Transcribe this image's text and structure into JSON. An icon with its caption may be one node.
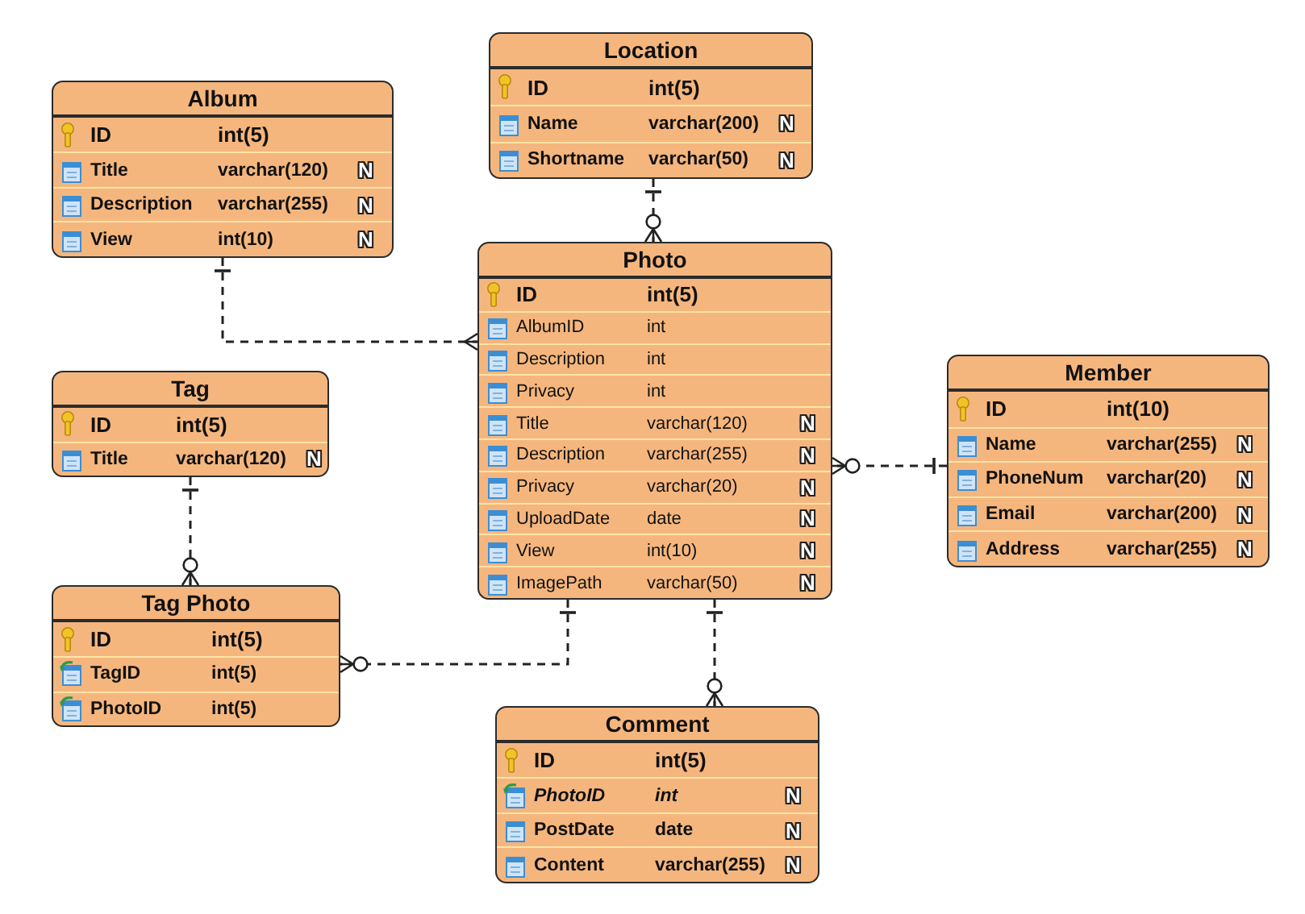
{
  "diagram": {
    "nodes": [
      {
        "text": [
          "Location"
        ]
      },
      {
        "text": [
          "ID",
          "int(5)"
        ],
        "in": 0
      },
      {
        "text": [
          "Name",
          "varchar(200)",
          "N"
        ],
        "in": 0
      },
      {
        "text": [
          "Shortname",
          "varchar(50)",
          "N"
        ],
        "in": 0
      },
      {
        "text": [
          "Album"
        ]
      },
      {
        "text": [
          "ID",
          "int(5)"
        ],
        "in": 4
      },
      {
        "text": [
          "Title",
          "varchar(120)",
          "N"
        ],
        "in": 4
      },
      {
        "text": [
          "Description",
          "varchar(255)",
          "N"
        ],
        "in": 4
      },
      {
        "text": [
          "View",
          "int(10)",
          "N"
        ],
        "in": 4
      },
      {
        "text": [
          "Photo"
        ]
      },
      {
        "text": [
          "ID",
          "int(5)"
        ],
        "in": 9
      },
      {
        "text": [
          "AlbumID",
          "int"
        ],
        "in": 9
      },
      {
        "text": [
          "Description",
          "int"
        ],
        "in": 9
      },
      {
        "text": [
          "Privacy",
          "int"
        ],
        "in": 9
      },
      {
        "text": [
          "Title",
          "varchar(120)",
          "N"
        ],
        "in": 9
      },
      {
        "text": [
          "Description",
          "varchar(255)",
          "N"
        ],
        "in": 9
      },
      {
        "text": [
          "Privacy",
          "varchar(20)",
          "N"
        ],
        "in": 9
      },
      {
        "text": [
          "UploadDate",
          "date",
          "N"
        ],
        "in": 9
      },
      {
        "text": [
          "View",
          "int(10)",
          "N"
        ],
        "in": 9
      },
      {
        "text": [
          "ImagePath",
          "varchar(50)",
          "N"
        ],
        "in": 9
      },
      {
        "text": [
          "Tag"
        ]
      },
      {
        "text": [
          "ID",
          "int(5)"
        ],
        "in": 20
      },
      {
        "text": [
          "Title",
          "varchar(120)",
          "N"
        ],
        "in": 20
      },
      {
        "text": [
          "Member"
        ]
      },
      {
        "text": [
          "ID",
          "int(10)"
        ],
        "in": 23
      },
      {
        "text": [
          "Name",
          "varchar(255)",
          "N"
        ],
        "in": 23
      },
      {
        "text": [
          "PhoneNum",
          "varchar(20)",
          "N"
        ],
        "in": 23
      },
      {
        "text": [
          "Email",
          "varchar(200)",
          "N"
        ],
        "in": 23
      },
      {
        "text": [
          "Address",
          "varchar(255)",
          "N"
        ],
        "in": 23
      },
      {
        "text": [
          "Tag Photo"
        ]
      },
      {
        "text": [
          "ID",
          "int(5)"
        ],
        "in": 29
      },
      {
        "text": [
          "TagID",
          "int(5)"
        ],
        "in": 29
      },
      {
        "text": [
          "PhotoID",
          "int(5)"
        ],
        "in": 29
      },
      {
        "text": [
          "Comment"
        ]
      },
      {
        "text": [
          "ID",
          "int(5)"
        ],
        "in": 33
      },
      {
        "text": [
          "PhotoID",
          "int",
          "N"
        ],
        "in": 33
      },
      {
        "text": [
          "PostDate",
          "date",
          "N"
        ],
        "in": 33
      },
      {
        "text": [
          "Content",
          "varchar(255)",
          "N"
        ],
        "in": 33
      }
    ],
    "edges": [
      {
        "from": 0,
        "to": 9,
        "arrow": "other",
        "style": "dashed"
      },
      {
        "from": 4,
        "to": 9,
        "arrow": "other",
        "style": "dashed"
      },
      {
        "from": 20,
        "to": 29,
        "arrow": "other",
        "style": "dashed"
      },
      {
        "from": 9,
        "to": 29,
        "arrow": "other",
        "style": "dashed"
      },
      {
        "from": 23,
        "to": 9,
        "arrow": "other",
        "style": "dashed"
      },
      {
        "from": 9,
        "to": 33,
        "arrow": "other",
        "style": "dashed"
      }
    ]
  }
}
